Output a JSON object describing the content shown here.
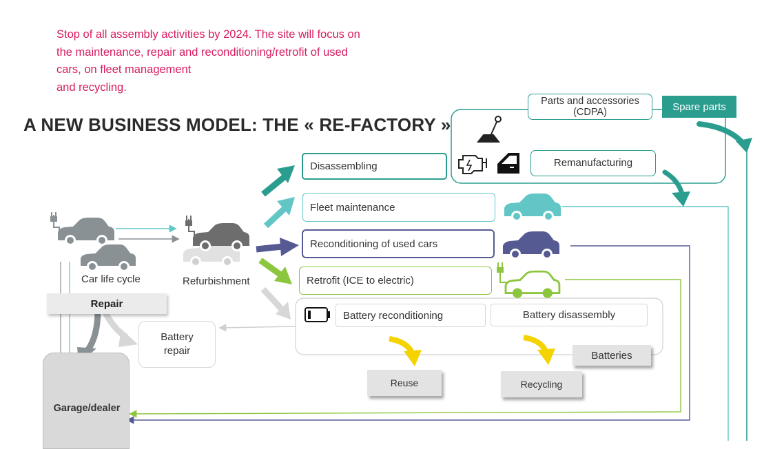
{
  "intro_text": "Stop of all assembly activities by 2024. The site will focus on\nthe maintenance, repair and reconditioning/retrofit of used\ncars, on fleet management\nand recycling.",
  "title": "A NEW BUSINESS MODEL: THE « RE-FACTORY »",
  "nodes": {
    "car_life_cycle": "Car life cycle",
    "refurbishment": "Refurbishment",
    "repair": "Repair",
    "battery_repair": "Battery\nrepair",
    "garage_dealer": "Garage/dealer",
    "disassembling": "Disassembling",
    "fleet_maintenance": "Fleet maintenance",
    "reconditioning": "Reconditioning of used cars",
    "retrofit": "Retrofit (ICE to electric)",
    "battery_reconditioning": "Battery reconditioning",
    "battery_disassembly": "Battery disassembly",
    "batteries": "Batteries",
    "reuse": "Reuse",
    "recycling": "Recycling",
    "parts_accessories": "Parts and accessories\n(CDPA)",
    "remanufacturing": "Remanufacturing",
    "spare_parts": "Spare parts"
  },
  "colors": {
    "intro": "#d81b60",
    "teal_dark": "#2a9d8f",
    "teal_light": "#62c6c6",
    "navy": "#565a92",
    "green": "#8cc63f",
    "grey": "#8a9194",
    "light_grey": "#d7d7d7",
    "yellow": "#f5d300"
  },
  "icons": [
    "plug-icon",
    "gear-shift-icon",
    "engine-icon",
    "car-door-icon",
    "battery-icon",
    "car-icon"
  ]
}
